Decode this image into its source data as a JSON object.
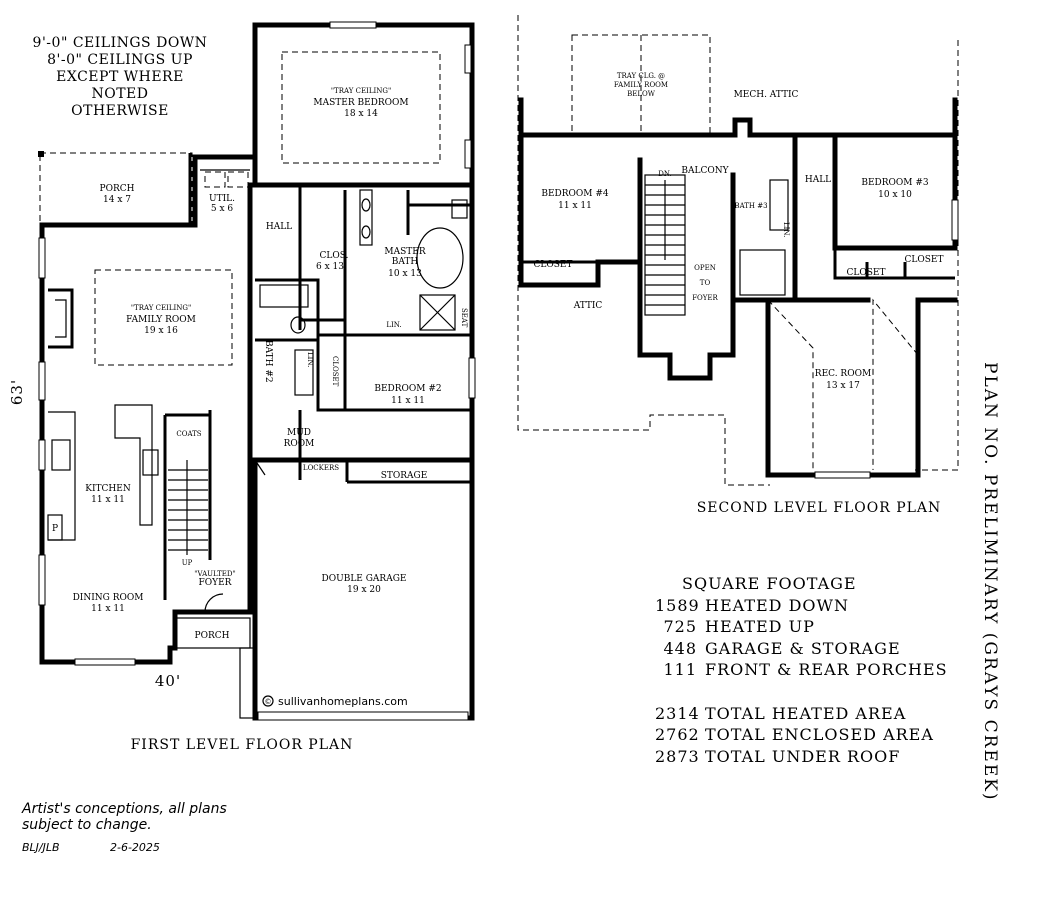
{
  "header_note": [
    "9'-0\" CEILINGS DOWN",
    "8'-0\" CEILINGS UP",
    "EXCEPT WHERE NOTED",
    "OTHERWISE"
  ],
  "first_floor": {
    "title": "FIRST LEVEL FLOOR PLAN",
    "dim_depth": "63'",
    "dim_width": "40'",
    "watermark": "sullivanhomeplans.com",
    "watermark_symbol": "©",
    "rooms": {
      "porch_rear": {
        "name": "PORCH",
        "size": "14 x 7"
      },
      "util": {
        "name": "UTIL.",
        "size": "5 x 6"
      },
      "hall": {
        "name": "HALL"
      },
      "master_bed_tag": "\"TRAY CEILING\"",
      "master_bed": {
        "name": "MASTER BEDROOM",
        "size": "18 x 14"
      },
      "clos": {
        "name": "CLOS.",
        "size": "6 x 13"
      },
      "master_bath": {
        "name1": "MASTER",
        "name2": "BATH",
        "size": "10 x 13"
      },
      "lin": "LIN.",
      "seat": "SEAT",
      "family_tag": "\"TRAY CEILING\"",
      "family": {
        "name": "FAMILY ROOM",
        "size": "19 x 16"
      },
      "bath2": "BATH #2",
      "lin2": "LIN.",
      "closet": "CLOSET",
      "bedroom2": {
        "name": "BEDROOM #2",
        "size": "11 x 11"
      },
      "coats": "COATS",
      "mud": {
        "name1": "MUD",
        "name2": "ROOM"
      },
      "lockers": "LOCKERS",
      "storage": "STORAGE",
      "kitchen": {
        "name": "KITCHEN",
        "size": "11 x 11"
      },
      "pantry": "P",
      "up": "UP",
      "foyer_tag": "\"VAULTED\"",
      "foyer": "FOYER",
      "garage": {
        "name": "DOUBLE GARAGE",
        "size": "19 x 20"
      },
      "dining": {
        "name": "DINING ROOM",
        "size": "11 x 11"
      },
      "porch_front": "PORCH"
    }
  },
  "second_floor": {
    "title": "SECOND LEVEL FLOOR PLAN",
    "rooms": {
      "tray": [
        "TRAY CLG. @",
        "FAMILY ROOM",
        "BELOW"
      ],
      "mech_attic": "MECH. ATTIC",
      "bedroom4": {
        "name": "BEDROOM #4",
        "size": "11 x 11"
      },
      "dn": "DN.",
      "balcony": "BALCONY",
      "bath3": "BATH #3",
      "lin": "LIN.",
      "hall": "HALL",
      "bedroom3": {
        "name": "BEDROOM #3",
        "size": "10 x 10"
      },
      "closet_b4": "CLOSET",
      "open_to_foyer": [
        "OPEN",
        "TO",
        "FOYER"
      ],
      "closet_b3a": "CLOSET",
      "closet_b3b": "CLOSET",
      "attic": "ATTIC",
      "rec": {
        "name": "REC. ROOM",
        "size": "13 x 17"
      }
    }
  },
  "plan_name": "PLAN NO. PRELIMINARY (GRAYS CREEK)",
  "square_footage": {
    "title": "SQUARE FOOTAGE",
    "items": [
      {
        "value": "1589",
        "label": "HEATED DOWN"
      },
      {
        "value": "725",
        "label": "HEATED UP"
      },
      {
        "value": "448",
        "label": "GARAGE & STORAGE"
      },
      {
        "value": "111",
        "label": "FRONT & REAR PORCHES"
      }
    ],
    "totals": [
      {
        "value": "2314",
        "label": "TOTAL HEATED AREA"
      },
      {
        "value": "2762",
        "label": "TOTAL ENCLOSED AREA"
      },
      {
        "value": "2873",
        "label": "TOTAL UNDER ROOF"
      }
    ]
  },
  "disclaimer": [
    "Artist's conceptions, all plans",
    "subject to change."
  ],
  "initials": "BLJ/JLB",
  "date": "2-6-2025"
}
